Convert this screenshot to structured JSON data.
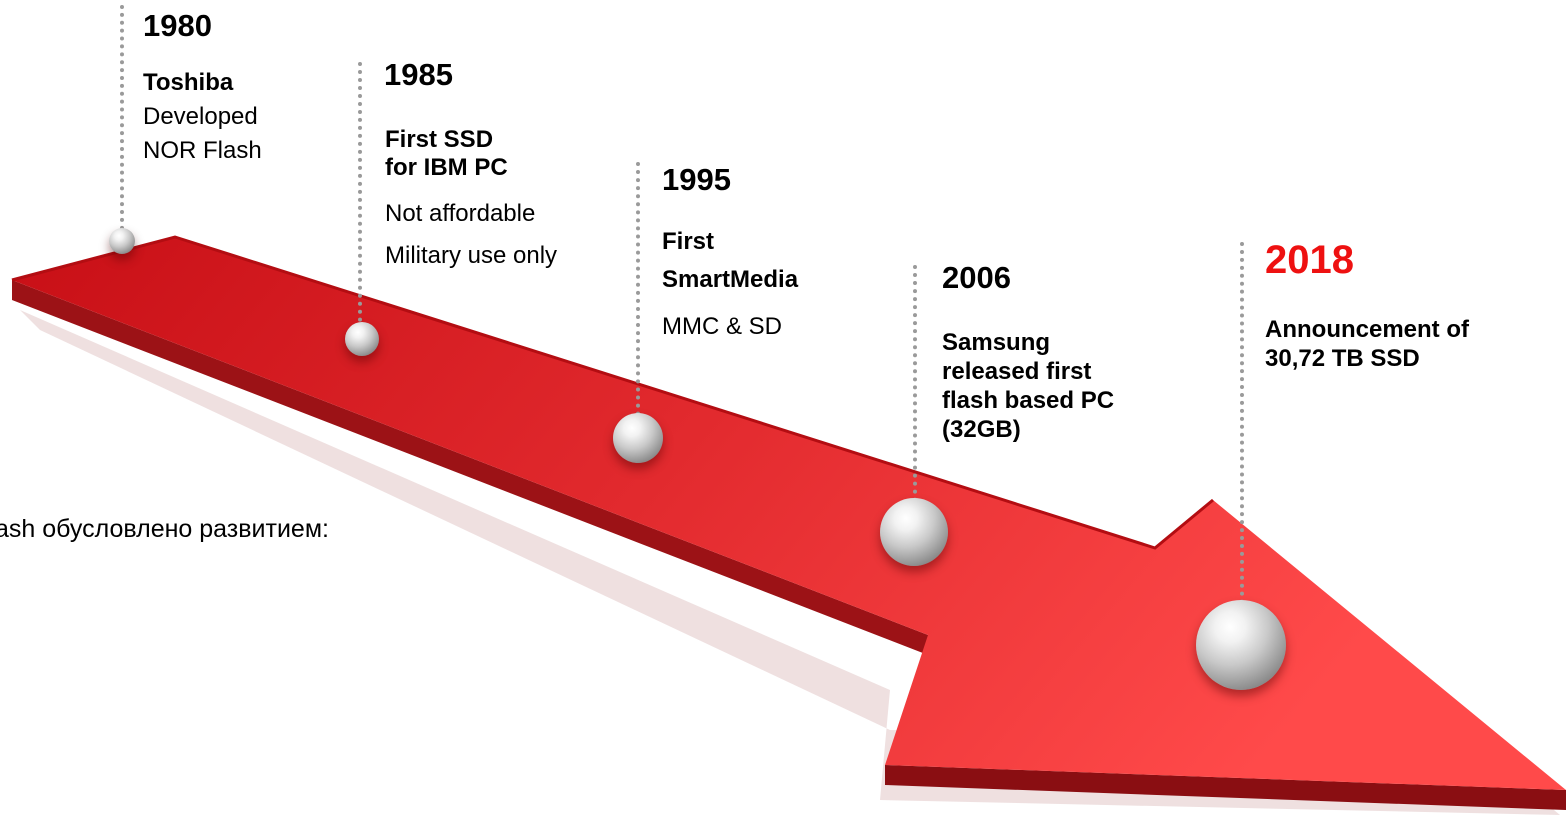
{
  "intro_text": "ash обусловлено развитием:",
  "milestones": [
    {
      "year": "1980",
      "lines": [
        "Toshiba",
        "Developed",
        "NOR Flash"
      ]
    },
    {
      "year": "1985",
      "lines": [
        "First SSD",
        "for IBM PC",
        "Not affordable",
        "Military use only"
      ]
    },
    {
      "year": "1995",
      "lines": [
        "First",
        "SmartMedia",
        "MMC & SD"
      ]
    },
    {
      "year": "2006",
      "lines": [
        "Samsung",
        "released first",
        "flash based PC",
        "(32GB)"
      ]
    },
    {
      "year": "2018",
      "lines": [
        "Announcement of",
        "30,72 TB SSD"
      ]
    }
  ],
  "colors": {
    "arrow_top": "#e8262b",
    "arrow_side": "#9c1216",
    "accent_year": "#ee1111",
    "stem": "#9a9a9a"
  }
}
